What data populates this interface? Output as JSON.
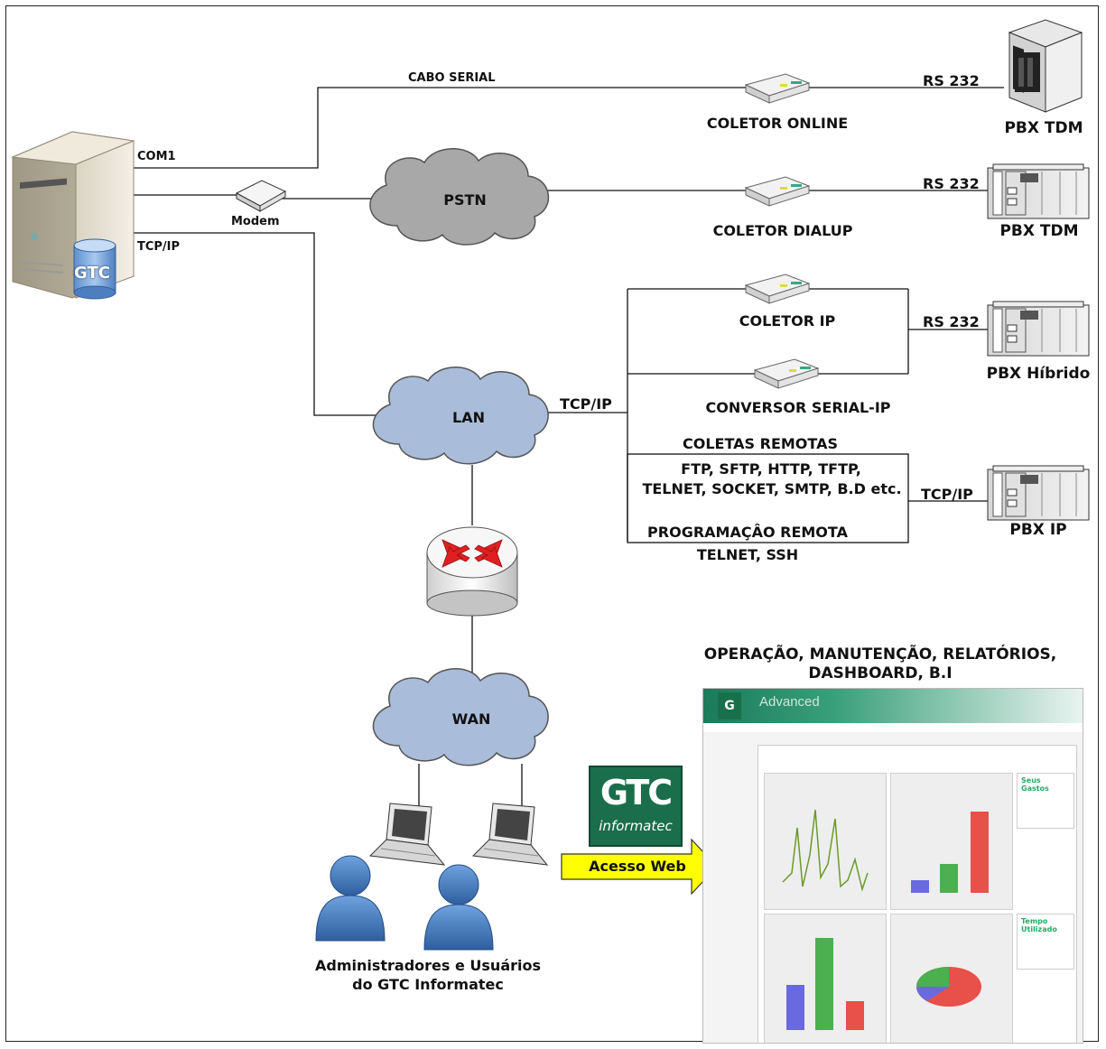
{
  "labels": {
    "cabo_serial": "CABO SERIAL",
    "com1": "COM1",
    "modem": "Modem",
    "tcp_ip_server": "TCP/IP",
    "gtc_db": "GTC",
    "pstn": "PSTN",
    "lan": "LAN",
    "wan": "WAN",
    "tcp_ip_lan": "TCP/IP",
    "coletor_online": "COLETOR ONLINE",
    "coletor_dialup": "COLETOR DIALUP",
    "coletor_ip": "COLETOR IP",
    "conversor_serial_ip": "CONVERSOR SERIAL-IP",
    "rs232_1": "RS 232",
    "rs232_2": "RS 232",
    "rs232_3": "RS 232",
    "tcp_ip_pbx": "TCP/IP",
    "pbx_tdm_1": "PBX TDM",
    "pbx_tdm_2": "PBX TDM",
    "pbx_hibrido": "PBX Híbrido",
    "pbx_ip": "PBX IP",
    "coletas_remotas": "COLETAS REMOTAS",
    "protocols_line1": "FTP, SFTP, HTTP, TFTP,",
    "protocols_line2": "TELNET, SOCKET, SMTP, B.D etc.",
    "programacao_remota": "PROGRAMAÇÂO REMOTA",
    "telnet_ssh": "TELNET, SSH",
    "operacao_line1": "OPERAÇÃO, MANUTENÇÃO, RELATÓRIOS,",
    "operacao_line2": "DASHBOARD, B.I",
    "acesso_web": "Acesso Web",
    "admin_line1": "Administradores e Usuários",
    "admin_line2": "do GTC Informatec"
  },
  "logo": {
    "brand": "GTC",
    "sub": "informatec"
  },
  "dashboard": {
    "title": "Advanced",
    "side_title_1": "Seus Gastos",
    "side_title_2": "Tempo Utilizado"
  },
  "colors": {
    "cloud_pstn": "#a8a8a8",
    "cloud_blue": "#a9bcd9",
    "arrow_fill": "#ffff00",
    "logo_green": "#1b6e4c",
    "router_red": "#e02020"
  }
}
